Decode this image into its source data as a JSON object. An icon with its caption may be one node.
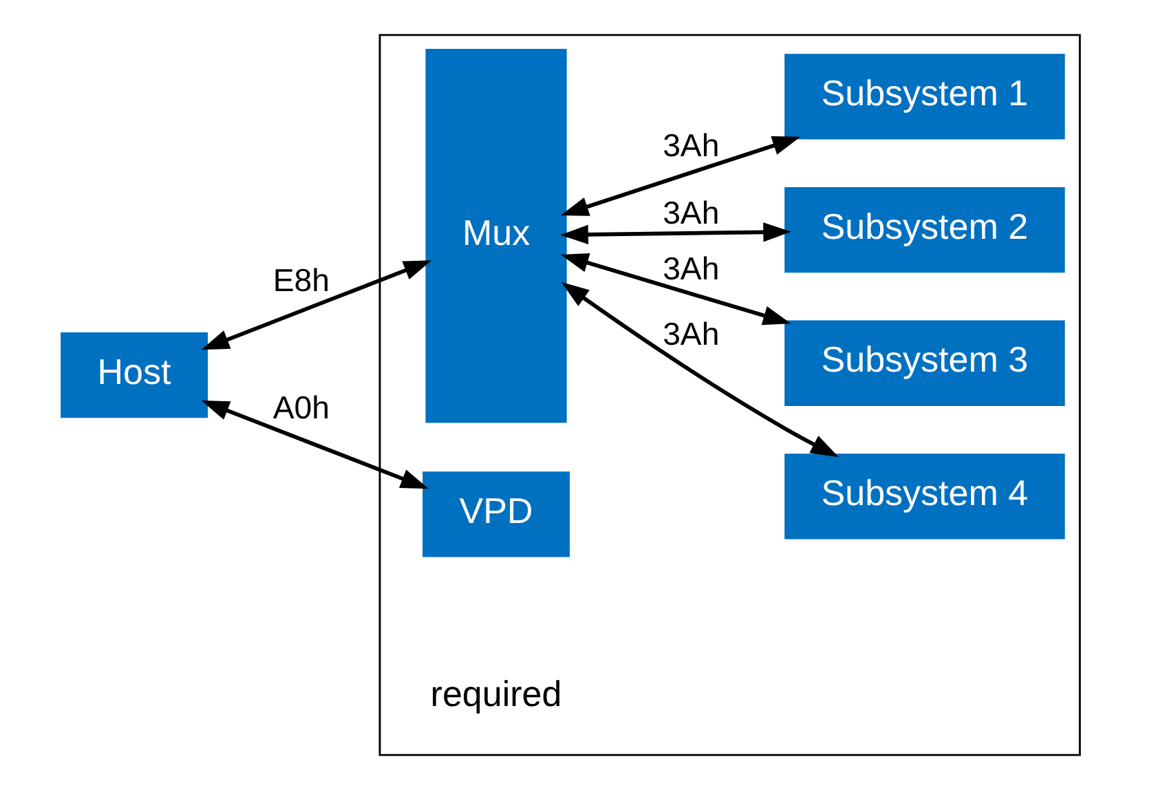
{
  "diagram": {
    "nodes": [
      {
        "text": [
          "Host"
        ]
      },
      {
        "text": [],
        "shape": "box"
      },
      {
        "text": [
          "VPD"
        ],
        "in": 1,
        "beside": [
          "required"
        ]
      },
      {
        "text": [
          "Mux"
        ],
        "in": 1
      },
      {
        "text": [
          "Subsystem 1"
        ],
        "in": 1
      },
      {
        "text": [
          "Subsystem 2"
        ],
        "in": 1
      },
      {
        "text": [
          "Subsystem 3"
        ],
        "in": 1
      },
      {
        "text": [
          "Subsystem 4"
        ],
        "in": 1
      }
    ],
    "edges": [
      {
        "from": 0,
        "to": 2,
        "arrow": "both",
        "label": "A0h"
      },
      {
        "from": 0,
        "to": 3,
        "arrow": "both",
        "label": "E8h"
      },
      {
        "from": 3,
        "to": 4,
        "arrow": "both",
        "label": "3Ah"
      },
      {
        "from": 3,
        "to": 5,
        "arrow": "both",
        "label": "3Ah"
      },
      {
        "from": 3,
        "to": 6,
        "arrow": "both",
        "label": "3Ah"
      },
      {
        "from": 3,
        "to": 7,
        "arrow": "both",
        "label": "3Ah"
      }
    ]
  }
}
